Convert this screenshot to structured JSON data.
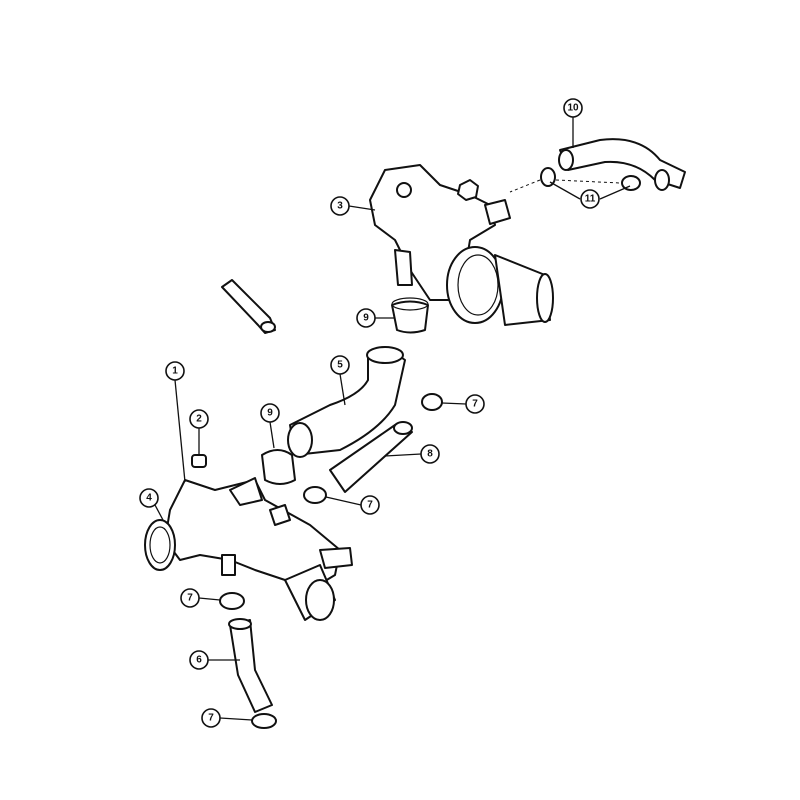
{
  "callouts": [
    {
      "id": "c10",
      "label": "10"
    },
    {
      "id": "c3",
      "label": "3"
    },
    {
      "id": "c11",
      "label": "11"
    },
    {
      "id": "c9a",
      "label": "9"
    },
    {
      "id": "c5",
      "label": "5"
    },
    {
      "id": "c7a",
      "label": "7"
    },
    {
      "id": "c1",
      "label": "1"
    },
    {
      "id": "c2",
      "label": "2"
    },
    {
      "id": "c9b",
      "label": "9"
    },
    {
      "id": "c8",
      "label": "8"
    },
    {
      "id": "c7b",
      "label": "7"
    },
    {
      "id": "c4",
      "label": "4"
    },
    {
      "id": "c7c",
      "label": "7"
    },
    {
      "id": "c6",
      "label": "6"
    },
    {
      "id": "c7d",
      "label": "7"
    }
  ]
}
